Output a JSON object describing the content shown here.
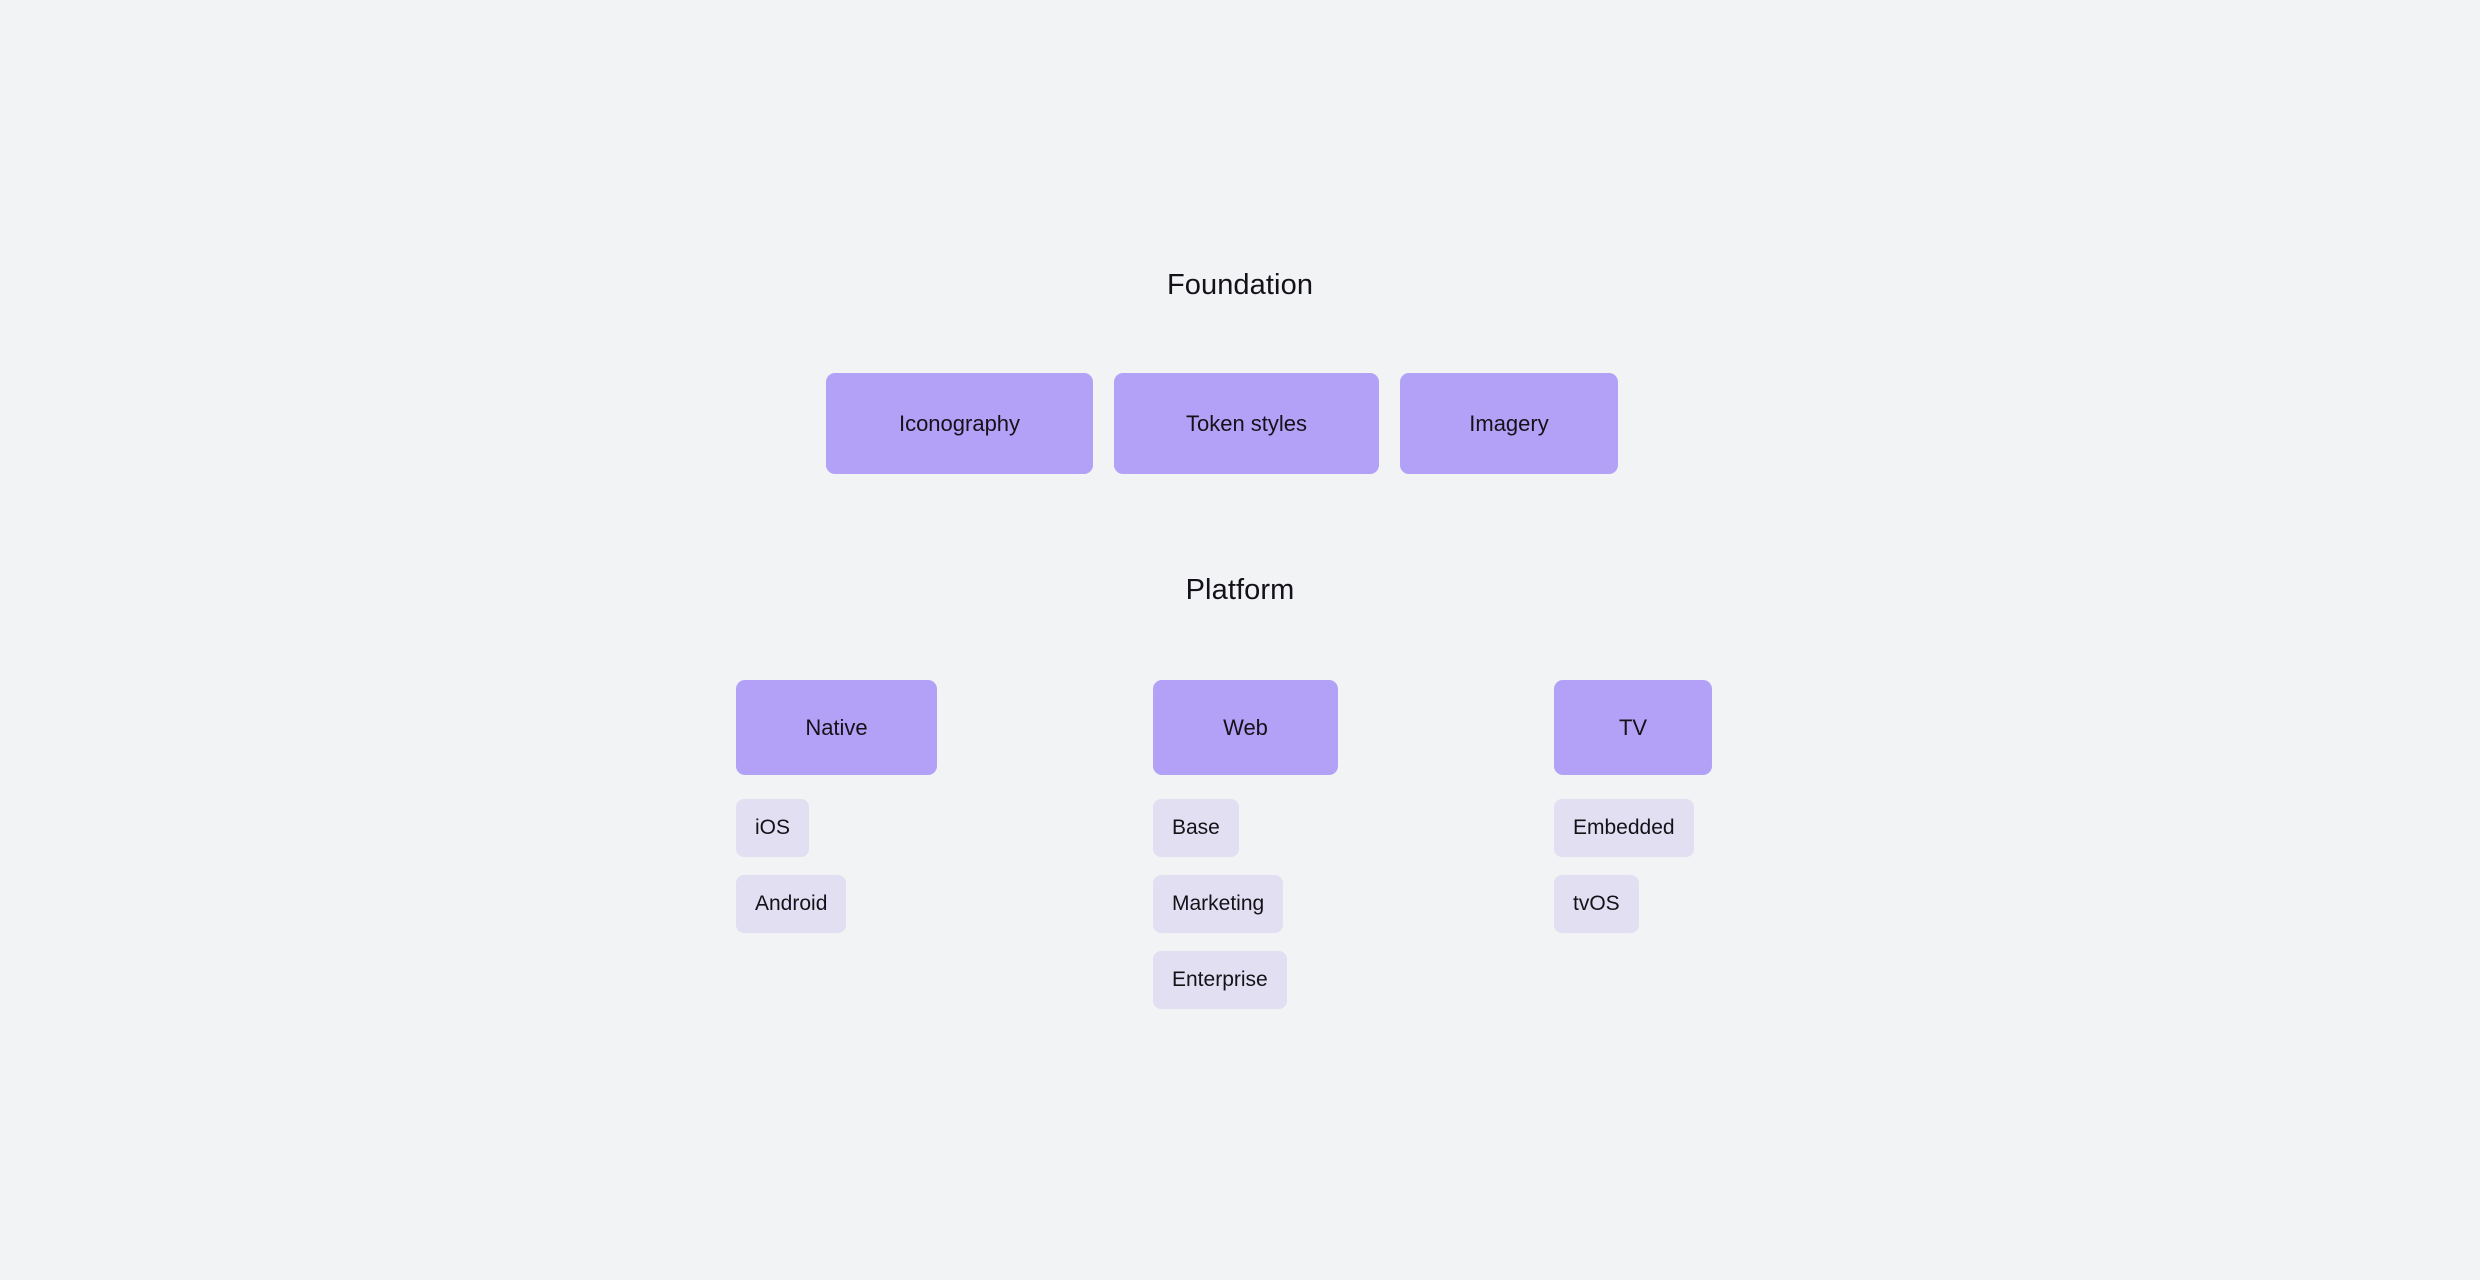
{
  "background_color": "#f2f3f5",
  "card_color": "#b2a1f6",
  "chip_color": "#e3dff2",
  "text_color": "#141218",
  "foundation": {
    "heading": "Foundation",
    "cards": [
      {
        "label": "Iconography"
      },
      {
        "label": "Token styles"
      },
      {
        "label": "Imagery"
      }
    ]
  },
  "platform": {
    "heading": "Platform",
    "columns": [
      {
        "label": "Native",
        "children": [
          {
            "label": "iOS"
          },
          {
            "label": "Android"
          }
        ]
      },
      {
        "label": "Web",
        "children": [
          {
            "label": "Base"
          },
          {
            "label": "Marketing"
          },
          {
            "label": "Enterprise"
          }
        ]
      },
      {
        "label": "TV",
        "children": [
          {
            "label": "Embedded"
          },
          {
            "label": "tvOS"
          }
        ]
      }
    ]
  }
}
